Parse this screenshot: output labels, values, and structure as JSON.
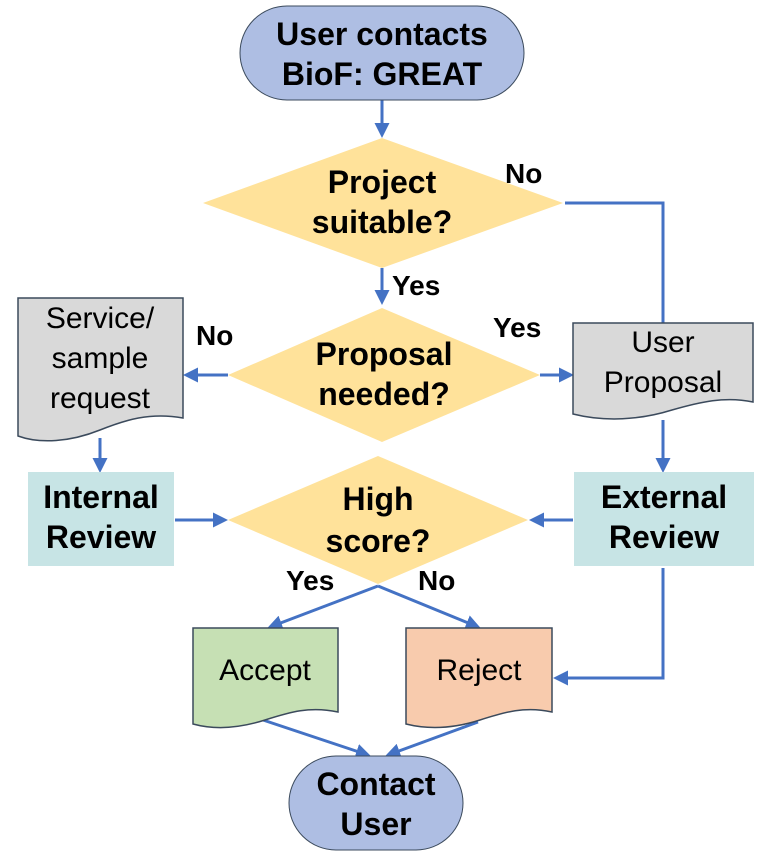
{
  "nodes": {
    "start": {
      "lines": [
        "User contacts",
        "BioF: GREAT"
      ],
      "fill": "#AEBEE3"
    },
    "decision_suitable": {
      "lines": [
        "Project",
        "suitable?"
      ],
      "fill": "#FFE29A"
    },
    "decision_proposal": {
      "lines": [
        "Proposal",
        "needed?"
      ],
      "fill": "#FFE29A"
    },
    "decision_score": {
      "lines": [
        "High",
        "score?"
      ],
      "fill": "#FFE29A"
    },
    "service_request": {
      "lines": [
        "Service/",
        "sample",
        "request"
      ],
      "fill": "#D9D9D9"
    },
    "user_proposal": {
      "lines": [
        "User",
        "Proposal"
      ],
      "fill": "#D9D9D9"
    },
    "internal_review": {
      "lines": [
        "Internal",
        "Review"
      ],
      "fill": "#C7E4E5"
    },
    "external_review": {
      "lines": [
        "External",
        "Review"
      ],
      "fill": "#C7E4E5"
    },
    "accept": {
      "lines": [
        "Accept"
      ],
      "fill": "#C6E0B4"
    },
    "reject": {
      "lines": [
        "Reject"
      ],
      "fill": "#F8CBAD"
    },
    "end": {
      "lines": [
        "Contact",
        "User"
      ],
      "fill": "#AEBEE3"
    }
  },
  "edge_labels": {
    "suitable_no": "No",
    "suitable_yes": "Yes",
    "proposal_no": "No",
    "proposal_yes": "Yes",
    "score_yes": "Yes",
    "score_no": "No"
  },
  "colors": {
    "connector": "#4472C4",
    "border": "#3B4A5C"
  }
}
